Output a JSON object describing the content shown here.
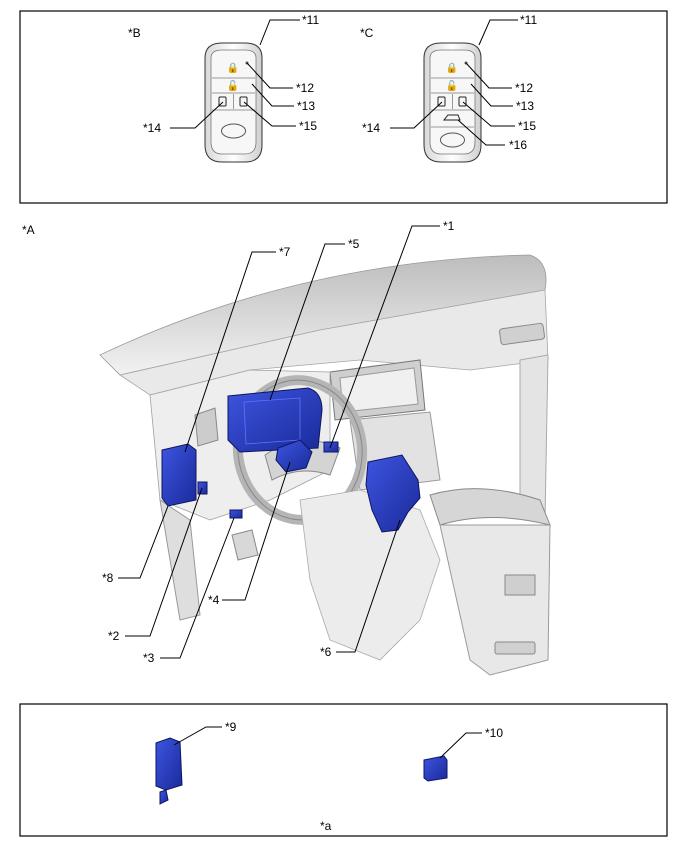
{
  "panels": {
    "keyB": {
      "label": "*B"
    },
    "keyC": {
      "label": "*C"
    },
    "vehicle": {
      "label": "*A"
    },
    "modules": {
      "label": "*a"
    }
  },
  "callouts": {
    "c1": "*1",
    "c2": "*2",
    "c3": "*3",
    "c4": "*4",
    "c5": "*5",
    "c6": "*6",
    "c7": "*7",
    "c8": "*8",
    "c9": "*9",
    "c10": "*10",
    "c11": "*11",
    "c12": "*12",
    "c13": "*13",
    "c14": "*14",
    "c15": "*15",
    "c16": "*16"
  },
  "colors": {
    "component": "#2a3fc4",
    "component_dark": "#142178",
    "interior": "#e6e6e6",
    "interior_shade": "#c9c9c9",
    "line": "#000000"
  }
}
